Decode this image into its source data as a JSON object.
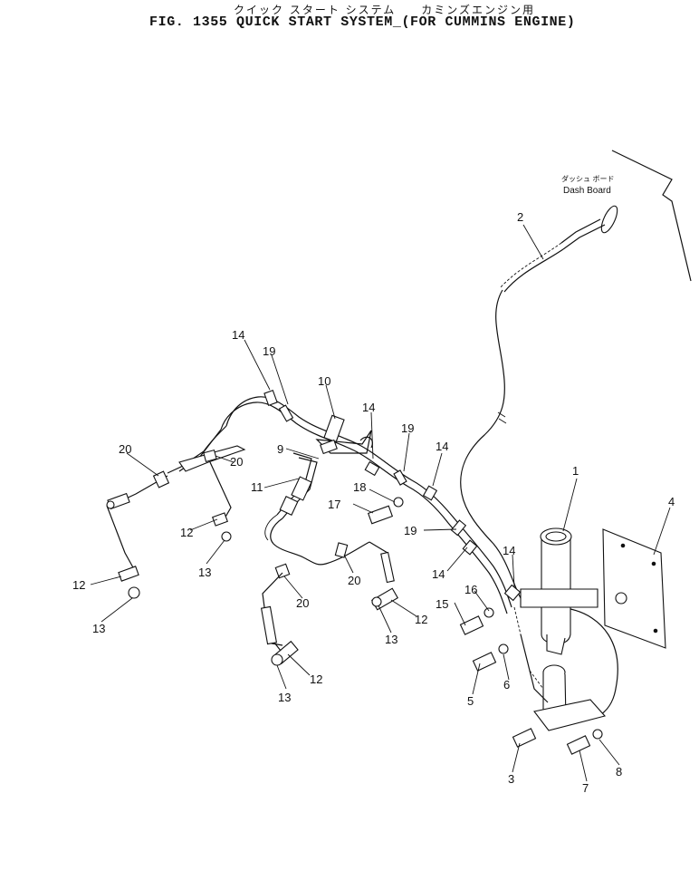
{
  "header": {
    "title_jp": "クイック スタート システム　　カミンズエンジン用",
    "title_main": "FIG. 1355  QUICK START SYSTEM_(FOR CUMMINS ENGINE)"
  },
  "dash_board": {
    "label_jp": "ダッシュ ボード",
    "label_en": "Dash Board"
  },
  "callouts": [
    "1",
    "2",
    "3",
    "4",
    "5",
    "6",
    "7",
    "8",
    "9",
    "10",
    "11",
    "12",
    "12",
    "12",
    "12",
    "13",
    "13",
    "13",
    "13",
    "14",
    "14",
    "14",
    "14",
    "14",
    "15",
    "16",
    "17",
    "18",
    "19",
    "19",
    "19",
    "20",
    "20",
    "20",
    "20"
  ]
}
